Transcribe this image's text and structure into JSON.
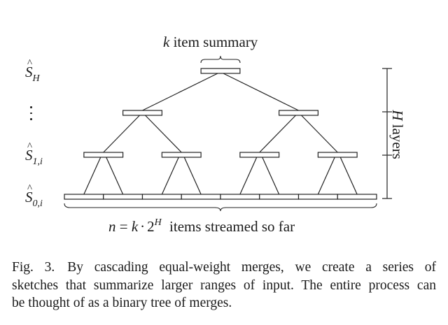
{
  "diagram": {
    "top_label": {
      "var": "k",
      "text": "item summary"
    },
    "levels": [
      {
        "base": "S",
        "subscript": "H"
      },
      {
        "ellipsis": "⋮"
      },
      {
        "base": "S",
        "subscript": "1,i"
      },
      {
        "base": "S",
        "subscript": "0,i"
      }
    ],
    "bottom_label": {
      "lhs": "n",
      "eq": "=",
      "k": "k",
      "dot": "·",
      "two": "2",
      "exp": "H",
      "text": "items streamed so far"
    },
    "right_label": {
      "var": "H",
      "text": "layers"
    },
    "tree": {
      "layers": 4,
      "leaf_count": 8
    }
  },
  "caption": {
    "fig_label": "Fig. 3.",
    "lines": [
      "By cascading equal-weight merges, we create a series of",
      "sketches that summarize larger ranges of input. The entire process can",
      "be thought of as a binary tree of merges."
    ]
  }
}
